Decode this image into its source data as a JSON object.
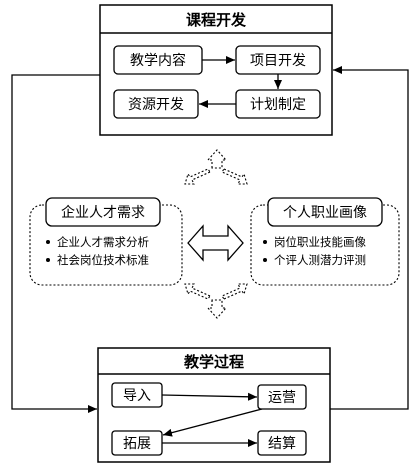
{
  "course_dev": {
    "title": "课程开发",
    "nodes": {
      "teaching_content": "教学内容",
      "project_dev": "项目开发",
      "resource_dev": "资源开发",
      "plan_making": "计划制定"
    }
  },
  "enterprise_needs": {
    "title": "企业人才需求",
    "bullets": [
      "企业人才需求分析",
      "社会岗位技术标准"
    ]
  },
  "career_profile": {
    "title": "个人职业画像",
    "bullets": [
      "岗位职业技能画像",
      "个评人测潜力评测"
    ]
  },
  "teaching_process": {
    "title": "教学过程",
    "nodes": {
      "intro": "导入",
      "operate": "运营",
      "expand": "拓展",
      "settle": "结算"
    }
  }
}
